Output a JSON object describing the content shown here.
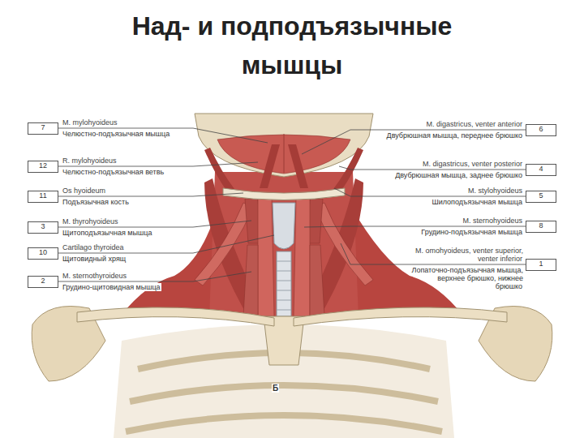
{
  "diagram": {
    "title": "Над- и подподъязычные мышцы",
    "nodes": [
      {
        "text": [
          "7"
        ]
      },
      {
        "text": [
          "6"
        ]
      },
      {
        "text": [
          "12"
        ]
      },
      {
        "text": [
          "4"
        ]
      },
      {
        "text": [
          "11"
        ]
      },
      {
        "text": [
          "5"
        ]
      },
      {
        "text": [
          "3"
        ]
      },
      {
        "text": [
          "8"
        ]
      },
      {
        "text": [
          "10"
        ]
      },
      {
        "text": [
          "1"
        ]
      },
      {
        "text": [
          "2"
        ]
      }
    ],
    "labels": [
      "M. mylohyoideus",
      "Челюстно-подъязычная мышца",
      "M. digastricus, venter anterior",
      "Двубрюшная мышца, переднее брюшко",
      "R. mylohyoideus",
      "Челюстно-подъязычная ветвь",
      "M. digastricus, venter posterior",
      "Двубрюшная мышца, заднее брюшко",
      "Os hyoideum",
      "Подъязычная кость",
      "M. stylohyoideus",
      "Шилоподъязычная мышца",
      "M. thyrohyoideus",
      "Щитоподъязычная мышца",
      "M. sternohyoideus",
      "Грудино-подъязычная мышца",
      "Cartilago thyroidea",
      "Щитовидный хрящ",
      "M. omohyoideus, venter superior, venter inferior",
      "Лопаточно-подъязычная мышца, верхнее брюшко, нижнее брюшко",
      "M. sternothyroideus",
      "Грудино-щитовидная мышца",
      "Б"
    ]
  }
}
